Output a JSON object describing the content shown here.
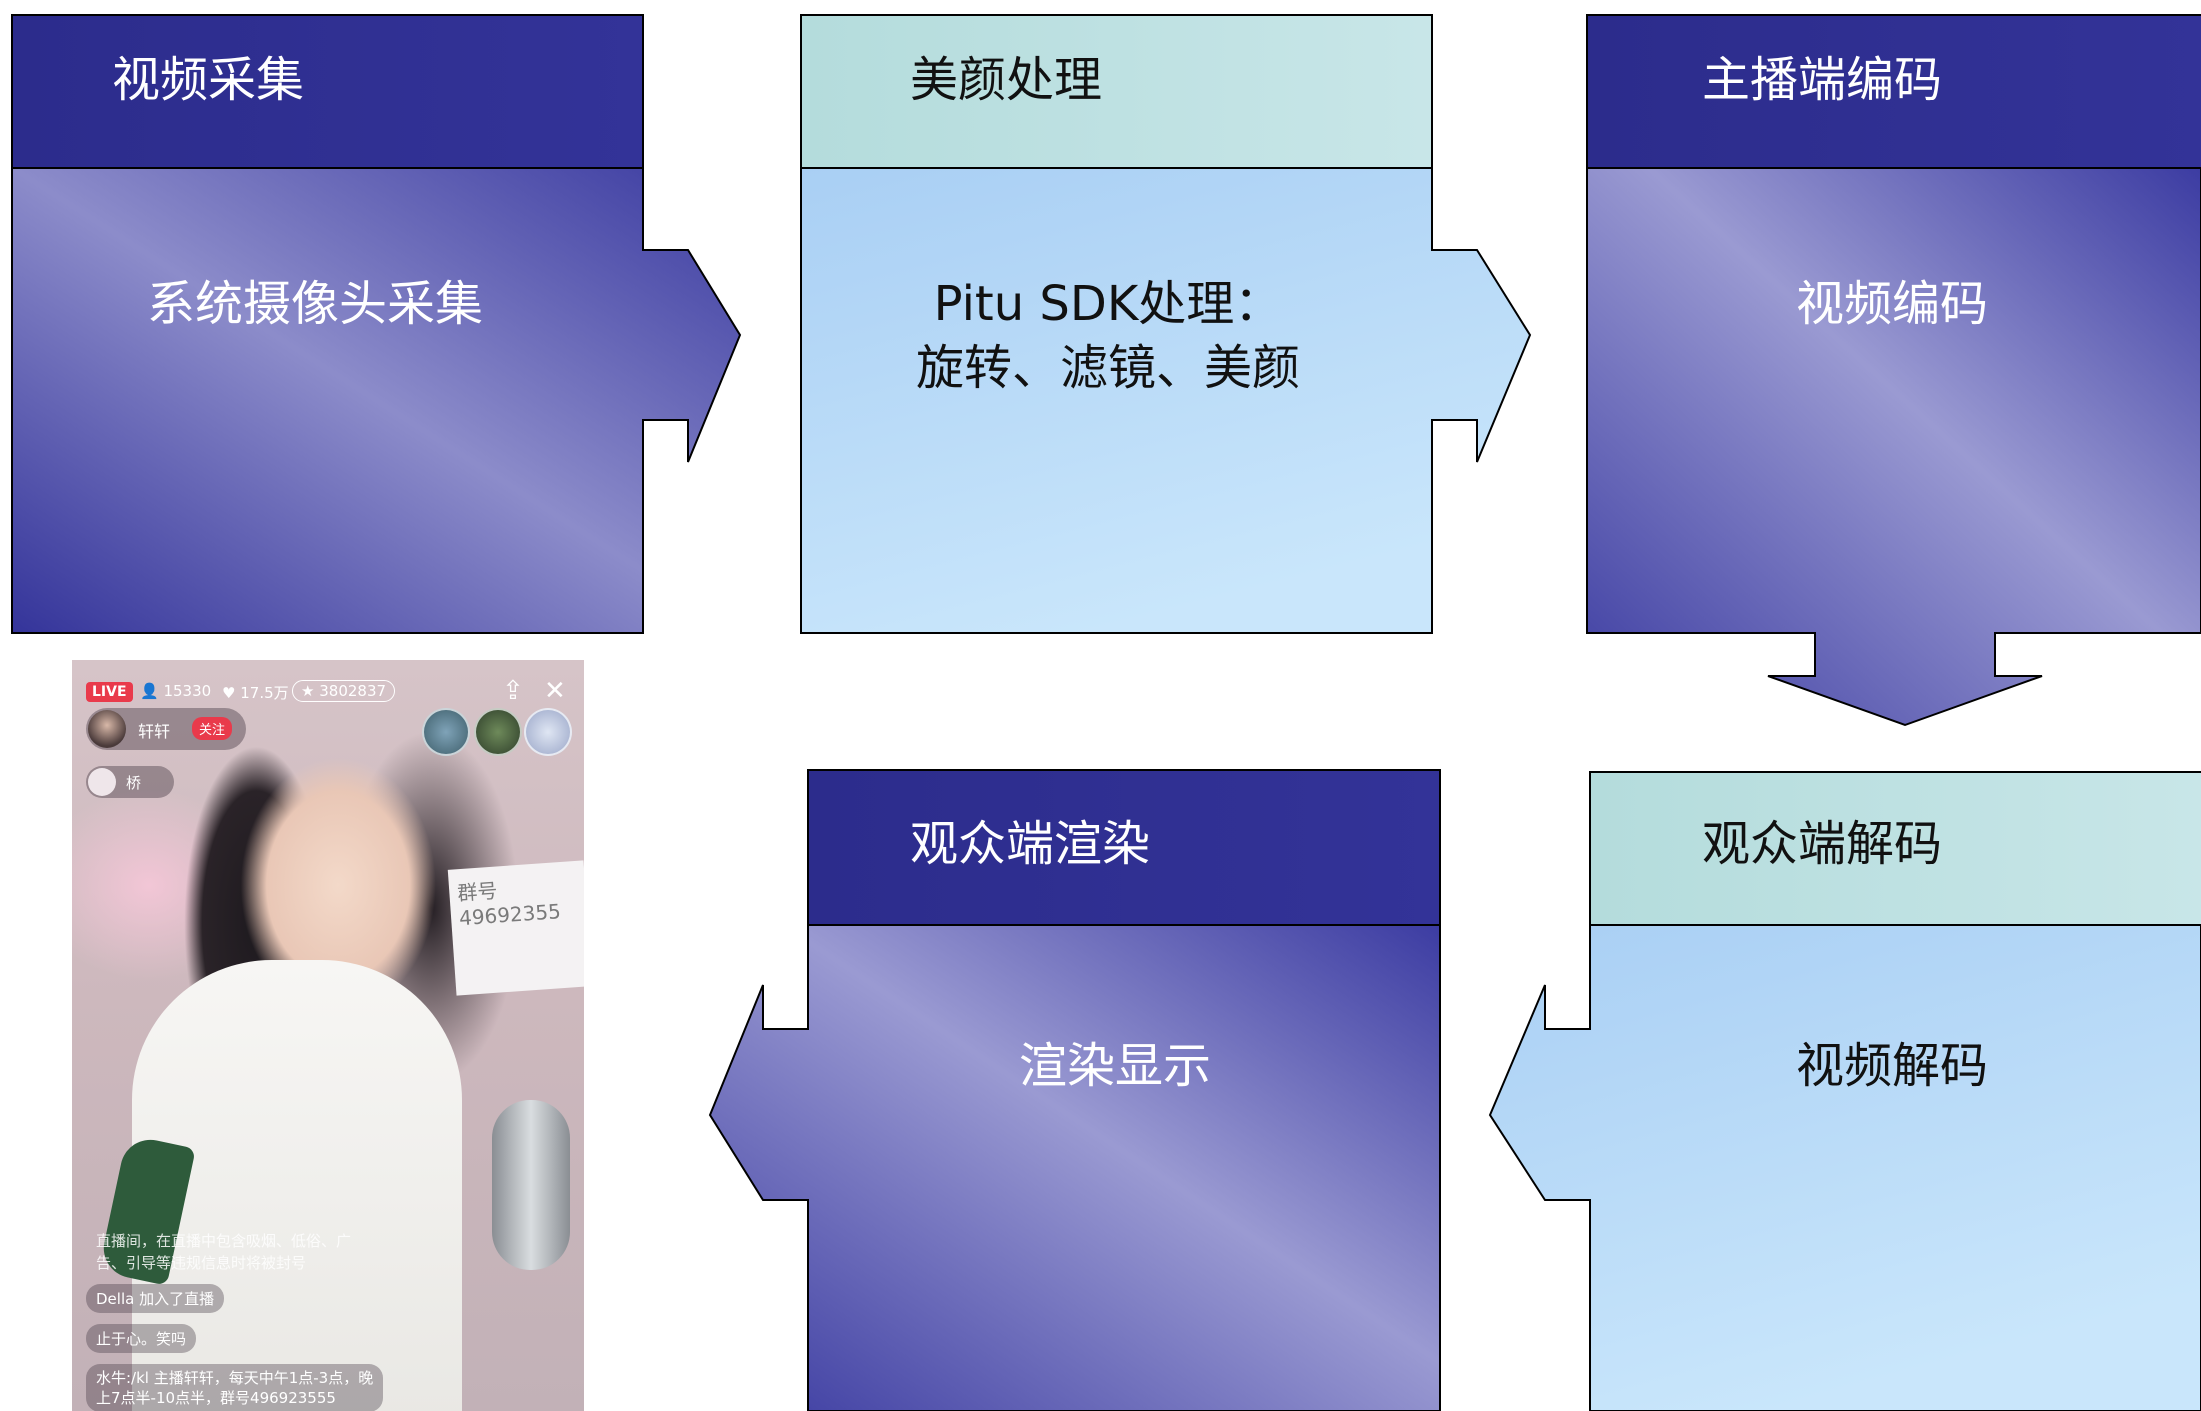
{
  "flow": {
    "capture": {
      "header": "视频采集",
      "body": "系统摄像头采集"
    },
    "beauty": {
      "header": "美颜处理",
      "body_line1": "Pitu SDK处理：",
      "body_line2": "旋转、滤镜、美颜"
    },
    "encode": {
      "header": "主播端编码",
      "body": "视频编码"
    },
    "decode": {
      "header": "观众端解码",
      "body": "视频解码"
    },
    "render": {
      "header": "观众端渲染",
      "body": "渲染显示"
    }
  },
  "colors": {
    "dark_header": "#2e2e8f",
    "light_header": "#b9dede",
    "light_body": "#b4d6f4",
    "purple_body_dark": "#3a3a9a",
    "purple_body_light": "#8f8fcc"
  },
  "phone": {
    "live_badge": "LIVE",
    "viewers": "15330",
    "likes": "17.5万",
    "coins": "3802837",
    "host_name": "轩轩",
    "follow_label": "关注",
    "bridge_name": "桥",
    "sign_text_1": "群号",
    "sign_text_2": "49692355",
    "notice_line1": "直播间，在直播中包含吸烟、低俗、广",
    "notice_line2": "告、引导等违规信息时将被封号",
    "chat_join": "Della 加入了直播",
    "chat_msg": "止于心。笑吗",
    "chat_info_line1": "水牛:/kl 主播轩轩，每天中午1点-3点，晚",
    "chat_info_line2": "上7点半-10点半，群号496923555"
  }
}
